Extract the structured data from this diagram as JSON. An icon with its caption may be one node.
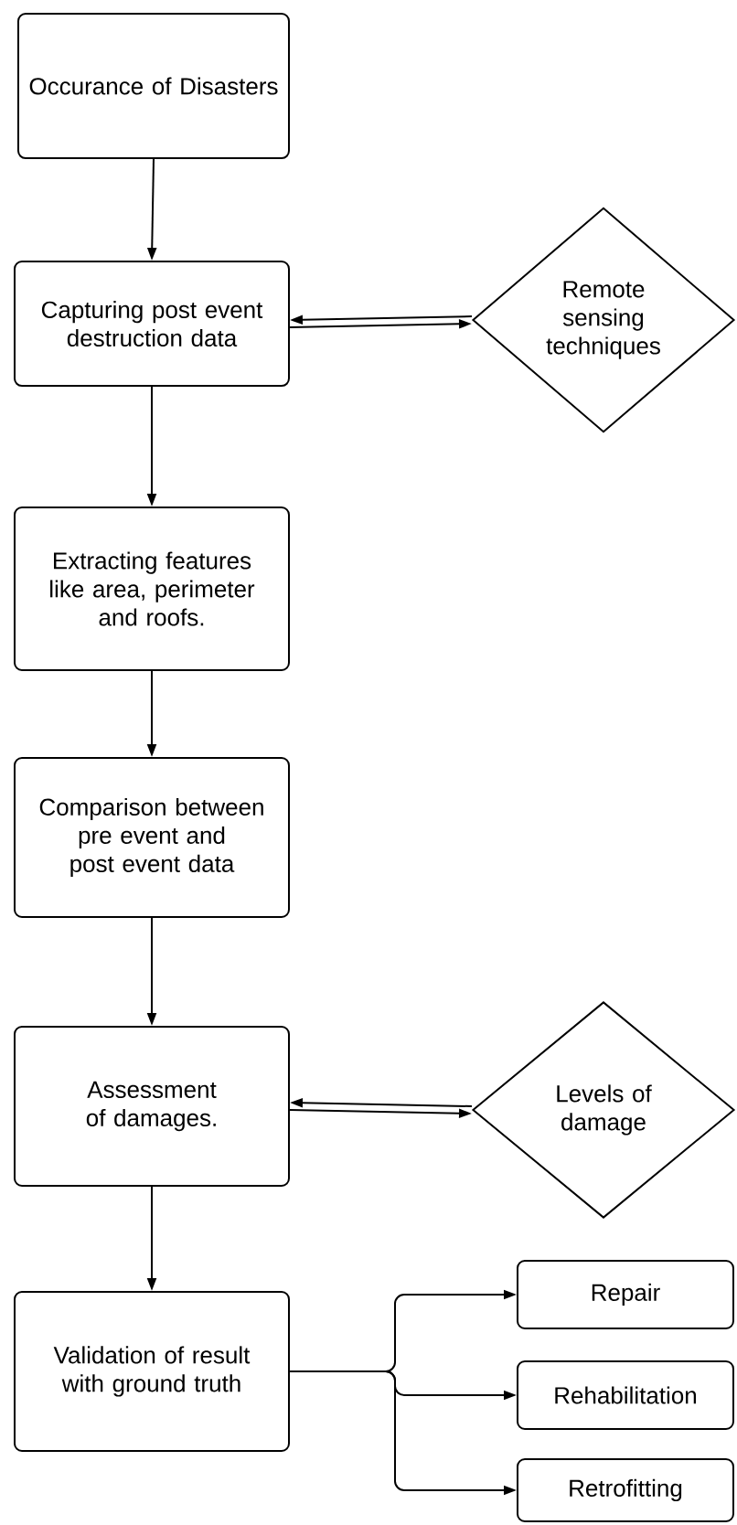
{
  "diagram": {
    "nodes": [
      {
        "text": [
          "Occurance of Disasters"
        ]
      },
      {
        "text": [
          "Capturing post event destruction data"
        ]
      },
      {
        "text": [
          "Remote sensing techniques"
        ]
      },
      {
        "text": [
          "Extracting features like area, perimeter and roofs."
        ]
      },
      {
        "text": [
          "Comparison between pre event and post event data"
        ]
      },
      {
        "text": [
          "Assessment of damages."
        ]
      },
      {
        "text": [
          "Levels of damage"
        ]
      },
      {
        "text": [
          "Validation of result with ground truth"
        ]
      },
      {
        "text": [
          "Repair"
        ]
      },
      {
        "text": [
          "Rehabilitation"
        ]
      },
      {
        "text": [
          "Retrofitting"
        ]
      }
    ],
    "edges": [
      {
        "from": 0,
        "to": 1,
        "arrow": "to"
      },
      {
        "from": 1,
        "to": 2,
        "arrow": "to"
      },
      {
        "from": 2,
        "to": 1,
        "arrow": "to"
      },
      {
        "from": 1,
        "to": 3,
        "arrow": "to"
      },
      {
        "from": 3,
        "to": 4,
        "arrow": "to"
      },
      {
        "from": 4,
        "to": 5,
        "arrow": "to"
      },
      {
        "from": 5,
        "to": 6,
        "arrow": "to"
      },
      {
        "from": 6,
        "to": 5,
        "arrow": "to"
      },
      {
        "from": 5,
        "to": 7,
        "arrow": "to"
      },
      {
        "from": 7,
        "to": 8,
        "arrow": "to"
      },
      {
        "from": 7,
        "to": 9,
        "arrow": "to"
      },
      {
        "from": 7,
        "to": 10,
        "arrow": "to"
      }
    ]
  }
}
